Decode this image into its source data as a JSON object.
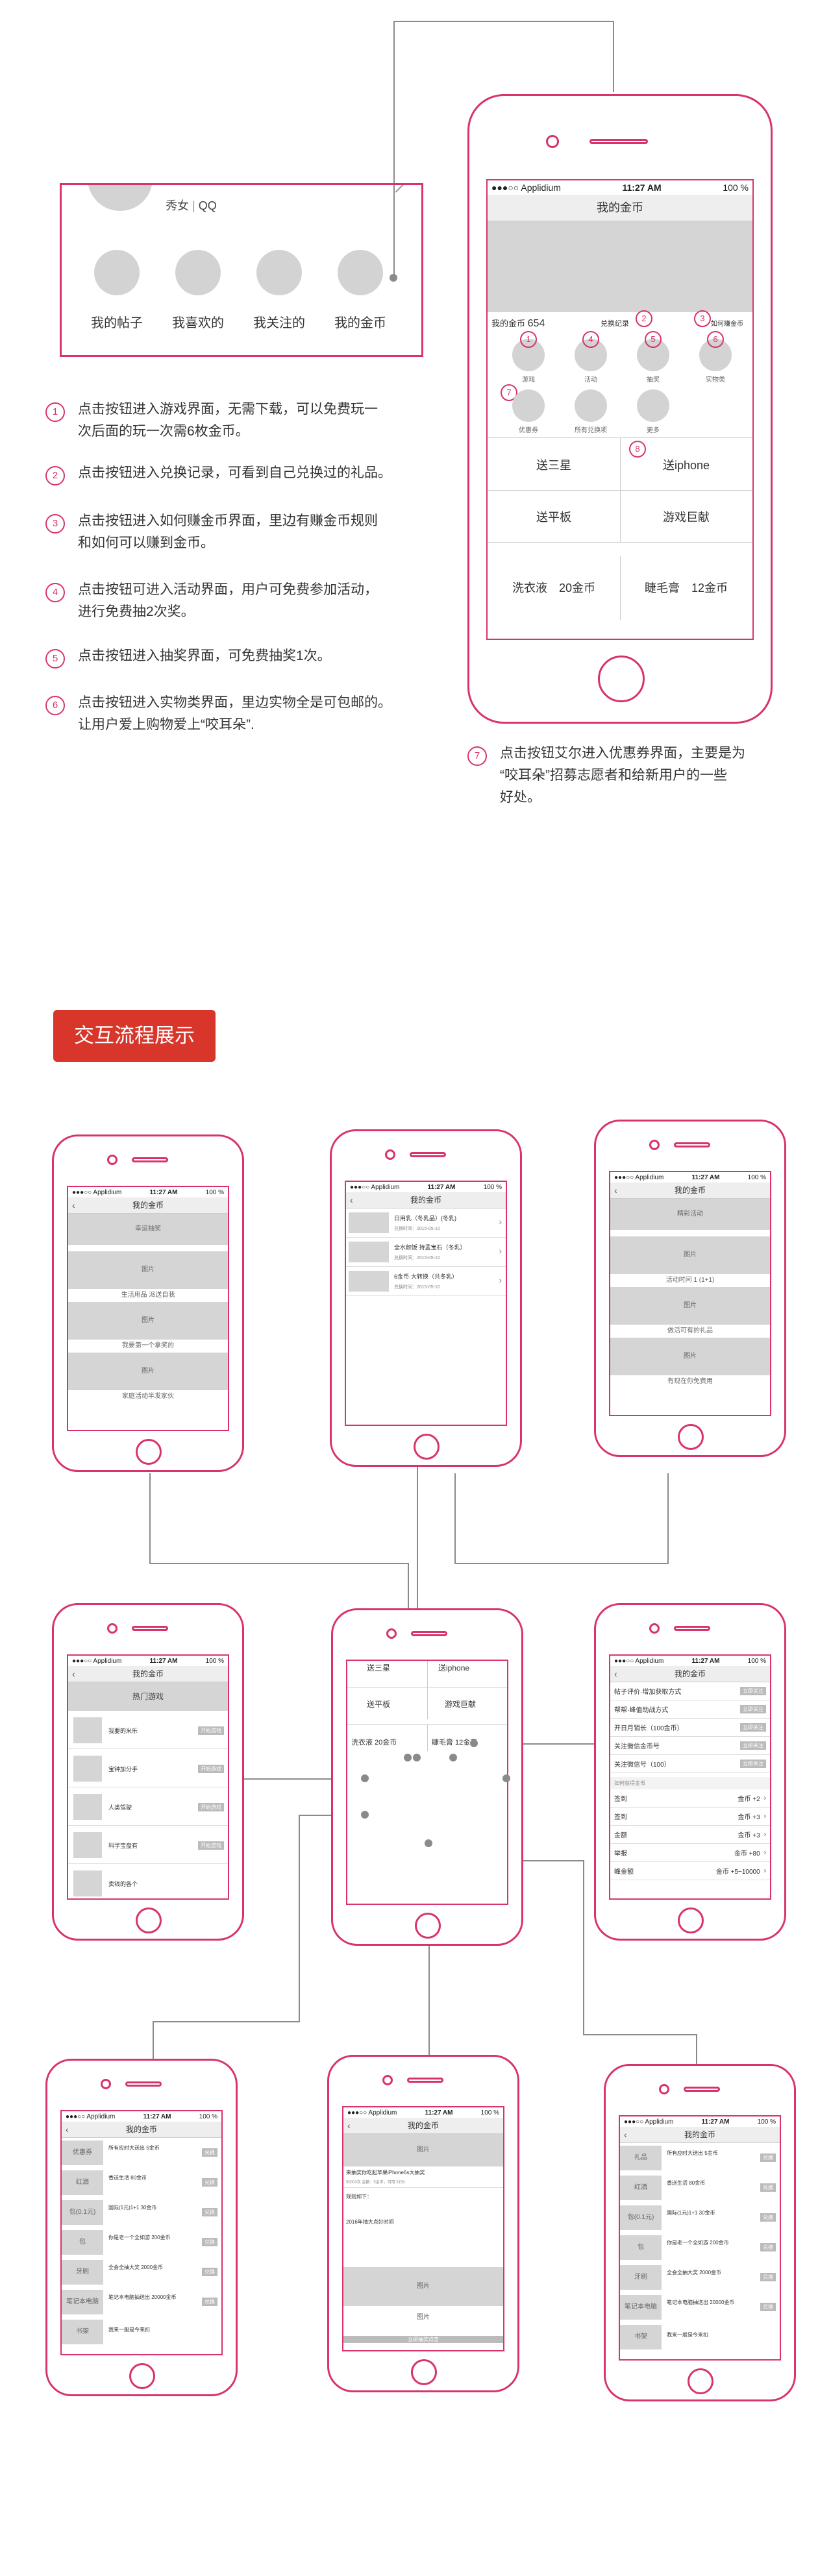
{
  "profile_card": {
    "gender": "秀女",
    "account": "QQ",
    "items": [
      "我的帖子",
      "我喜欢的",
      "我关注的",
      "我的金币"
    ]
  },
  "annotations": [
    {
      "num": "1",
      "lines": [
        "点击按钮进入游戏界面，无需下载，可以免费玩一",
        "次后面的玩一次需6枚金币。"
      ]
    },
    {
      "num": "2",
      "lines": [
        "点击按钮进入兑换记录，可看到自己兑换过的礼品。"
      ]
    },
    {
      "num": "3",
      "lines": [
        "点击按钮进入如何赚金币界面，里边有赚金币规则",
        "和如何可以赚到金币。"
      ]
    },
    {
      "num": "4",
      "lines": [
        "点击按钮可进入活动界面，用户可免费参加活动，",
        "进行免费抽2次奖。"
      ]
    },
    {
      "num": "5",
      "lines": [
        "点击按钮进入抽奖界面，可免费抽奖1次。"
      ]
    },
    {
      "num": "6",
      "lines": [
        "点击按钮进入实物类界面，里边实物全是可包邮的。",
        "让用户爱上购物爱上“咬耳朵”."
      ]
    },
    {
      "num": "7",
      "lines": [
        "点击按钮艾尔进入优惠券界面，主要是为",
        "“咬耳朵”招募志愿者和给新用户的一些",
        "好处。"
      ]
    }
  ],
  "main_phone": {
    "carrier": "●●●○○ Applidium",
    "time": "11:27 AM",
    "battery": "100 %",
    "title": "我的金币",
    "coins_label": "我的金币",
    "coins_value": "654",
    "exchange_label": "兑换纪录",
    "earn_label": "如何赚金币",
    "badge2": "2",
    "badge3": "3",
    "row1_badges": [
      "1",
      "",
      "5",
      "6"
    ],
    "row1_labels": [
      "游戏",
      "活动",
      "抽奖",
      "实物类"
    ],
    "row2_badge": "7",
    "row2_labels": [
      "优惠券",
      "所有兑换项",
      "更多"
    ],
    "grid_badge": "8",
    "grid": [
      "送三星",
      "送iphone",
      "送平板",
      "游戏巨献"
    ],
    "bottom": [
      "洗衣液　20金币",
      "睫毛膏　12金币"
    ]
  },
  "section_title": "交互流程展示",
  "flow": {
    "carrier": "●●●○○ Applidium",
    "time": "11:27 AM",
    "battery": "100 %",
    "title": "我的金币",
    "p1": {
      "banner": "幸运抽奖",
      "img": "图片",
      "caps": [
        "生活用品 派送自我",
        "我要第一个拿奖的",
        "家庭活动半发家伙"
      ]
    },
    "p2": {
      "rows": [
        {
          "name": "日用乳（冬乳品）(冬乳)",
          "date": "兑换时间：2015-05-10"
        },
        {
          "name": "全水颜饭 持孟宝石（冬乳）",
          "date": "兑换时间：2015-05-10"
        },
        {
          "name": "6金币·大转换（共冬乳）",
          "date": "兑换时间：2015-05-10"
        }
      ]
    },
    "p3": {
      "banner": "精彩活动",
      "img": "图片",
      "caps": [
        "活动时间 1 (1+1)",
        "做活可有的礼品",
        "有现在你免费用"
      ]
    },
    "p4": {
      "banner": "热门游戏",
      "btn": "开始游戏",
      "names": [
        "我要的米乐",
        "宝钟加分手",
        "人类驾驶",
        "科学宝盘有",
        "卖钱的各个"
      ]
    },
    "p5": {
      "grid": [
        "送三星",
        "送iphone",
        "送平板",
        "游戏巨献"
      ],
      "bottom": [
        "洗衣液 20金币",
        "睫毛膏 12金币"
      ]
    },
    "p6": {
      "tasks": [
        "帖子评价·增加获取方式",
        "帮帮·峰值助战方式",
        "开日月销长（100金币）",
        "关注微信金币号",
        "关注微信号（100）"
      ],
      "tag": "立即关注",
      "section": "如何获得金币",
      "rules": [
        "签到",
        "签到",
        "金额",
        "举报",
        "峰金额"
      ],
      "rule_vals": [
        "金币 +2",
        "金币 +3",
        "金币 +3",
        "金币 +80",
        "金币 +5~10000"
      ]
    },
    "p7": {
      "left": [
        "优惠券",
        "红酒",
        "包(0.1元)",
        "包",
        "牙刷",
        "笔记本电脑",
        "书架"
      ],
      "right": [
        "所有应时大送出 5金币",
        "香送生活 80金币",
        "国际(1元)1+1 30金币",
        "你是老一个全如游 200金币",
        "全会全抽大奖 2000金币",
        "笔记本电脑抽送出 20000金币",
        "我来一般是今来扣"
      ],
      "btn": "兑换"
    },
    "p8": {
      "img": "图片",
      "title": "来抽奖你吃起苹果iPhone6s大抽奖",
      "meta": "50000次  金额：5金币，可用  5150",
      "desc": "规则如下：",
      "text": "2016年抽大点好时间",
      "bottom_img": "图片",
      "btn": "立即抽奖点击"
    },
    "p9": {
      "left": [
        "礼品",
        "红酒",
        "包(0.1元)",
        "包",
        "牙刷",
        "笔记本电脑",
        "书架"
      ],
      "right": [
        "所有应时大送出 5金币",
        "香送生活 80金币",
        "国际(1元)1+1 30金币",
        "你是老一个全如游 200金币",
        "全会全抽大奖 2000金币",
        "笔记本电脑抽送出 20000金币",
        "我来一般是今来扣"
      ],
      "btn": "兑换"
    }
  }
}
